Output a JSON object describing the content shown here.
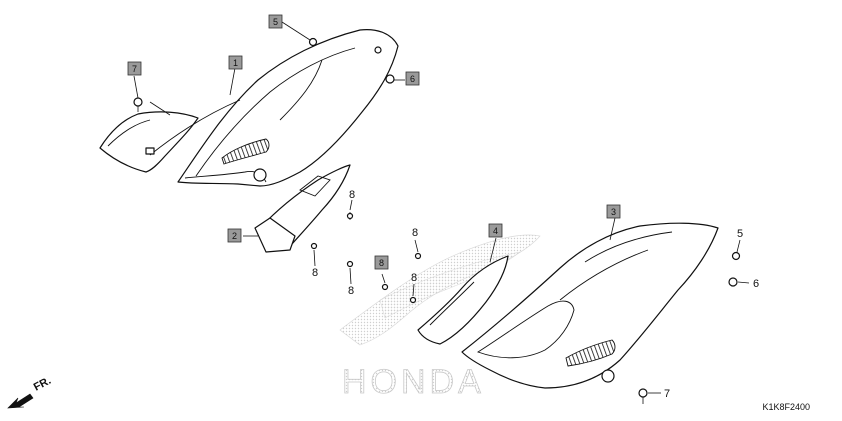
{
  "diagram": {
    "code": "K1K8F2400",
    "direction_label": "FR.",
    "brand_watermark": "HONDA",
    "boxed_callouts": {
      "c1": "1",
      "c2": "2",
      "c3": "3",
      "c4": "4",
      "c5": "5",
      "c6": "6",
      "c7": "7",
      "c8": "8"
    },
    "plain_callouts": {
      "p8a": "8",
      "p8b": "8",
      "p8c": "8",
      "p8d": "8",
      "p8e": "8",
      "p5": "5",
      "p6": "6",
      "p7": "7"
    },
    "colors": {
      "box_fill": "#9a9a9a",
      "line": "#111111",
      "watermark": "#c9c9c9"
    }
  }
}
